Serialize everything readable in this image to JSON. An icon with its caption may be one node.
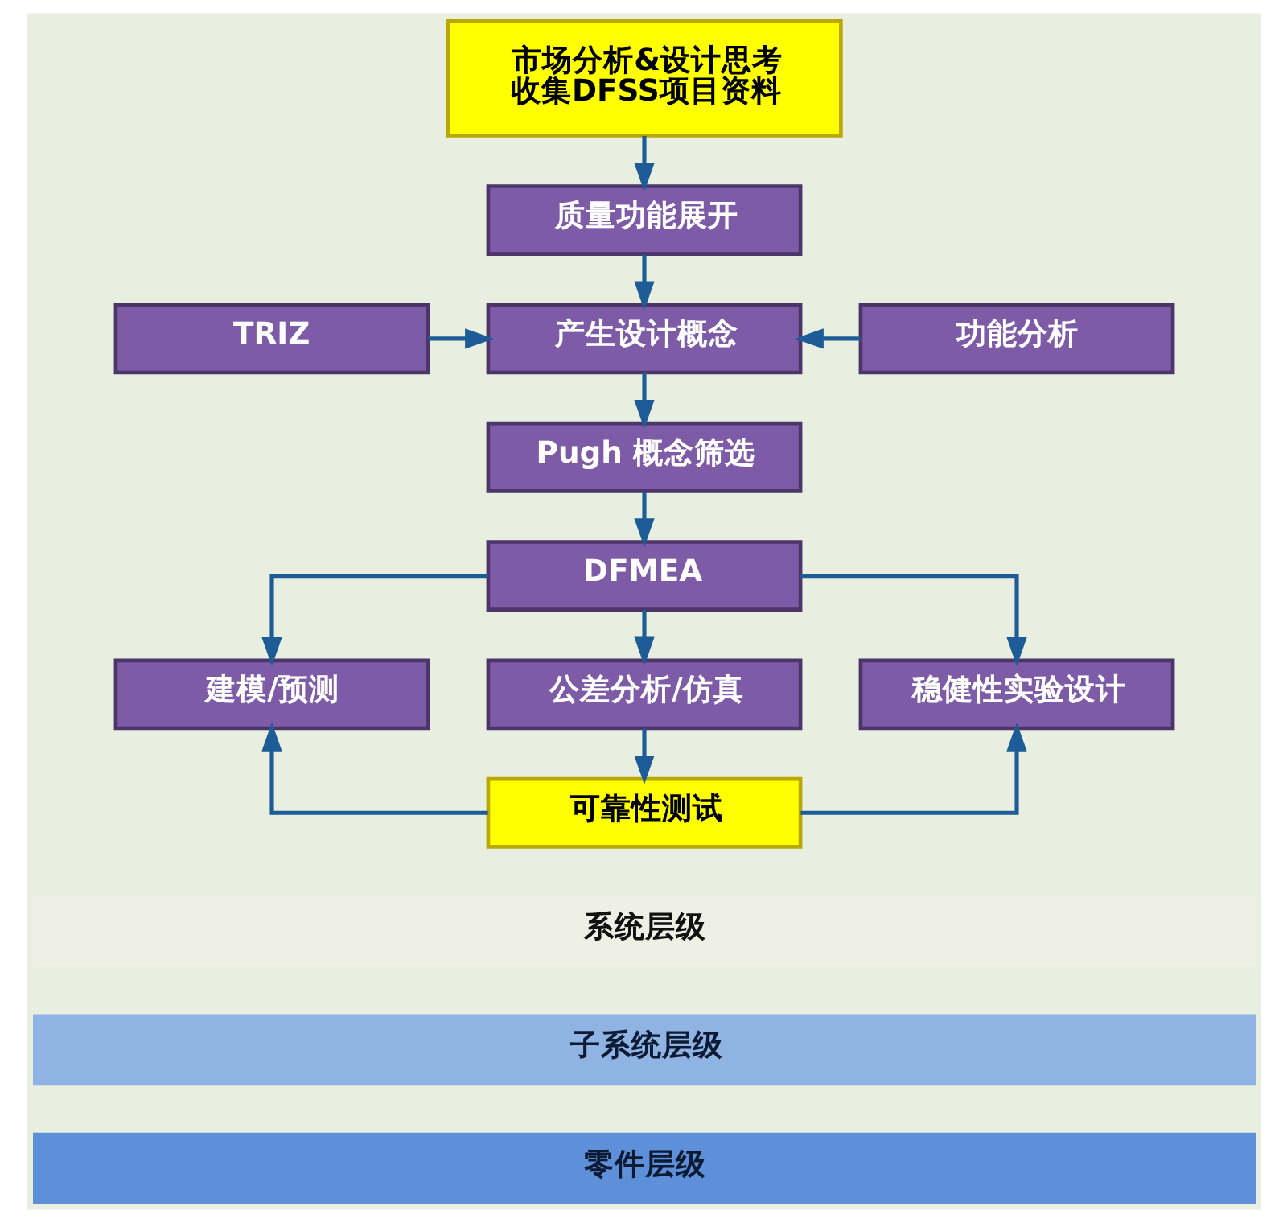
{
  "diagram": {
    "nodes": [
      {
        "text": [
          "市场分析&设计思考",
          "收集DFSS项目资料"
        ]
      },
      {
        "text": [
          "质量功能展开"
        ]
      },
      {
        "text": [
          "TRIZ"
        ]
      },
      {
        "text": [
          "产生设计概念"
        ]
      },
      {
        "text": [
          "功能分析"
        ]
      },
      {
        "text": [
          "Pugh 概念筛选"
        ]
      },
      {
        "text": [
          "DFMEA"
        ]
      },
      {
        "text": [
          "建模/预测"
        ]
      },
      {
        "text": [
          "公差分析/仿真"
        ]
      },
      {
        "text": [
          "稳健性实验设计"
        ]
      },
      {
        "text": [
          "可靠性测试"
        ]
      },
      {
        "text": [
          "系统层级"
        ]
      },
      {
        "text": [
          "子系统层级"
        ]
      },
      {
        "text": [
          "零件层级"
        ]
      }
    ],
    "edges": [
      {
        "from": 0,
        "to": 1,
        "arrow": "to"
      },
      {
        "from": 1,
        "to": 3,
        "arrow": "to"
      },
      {
        "from": 2,
        "to": 3,
        "arrow": "to"
      },
      {
        "from": 4,
        "to": 3,
        "arrow": "to"
      },
      {
        "from": 3,
        "to": 5,
        "arrow": "to"
      },
      {
        "from": 5,
        "to": 6,
        "arrow": "to"
      },
      {
        "from": 6,
        "to": 7,
        "arrow": "to"
      },
      {
        "from": 6,
        "to": 8,
        "arrow": "to"
      },
      {
        "from": 6,
        "to": 9,
        "arrow": "to"
      },
      {
        "from": 8,
        "to": 10,
        "arrow": "to"
      },
      {
        "from": 10,
        "to": 7,
        "arrow": "to"
      },
      {
        "from": 10,
        "to": 9,
        "arrow": "to"
      }
    ]
  }
}
